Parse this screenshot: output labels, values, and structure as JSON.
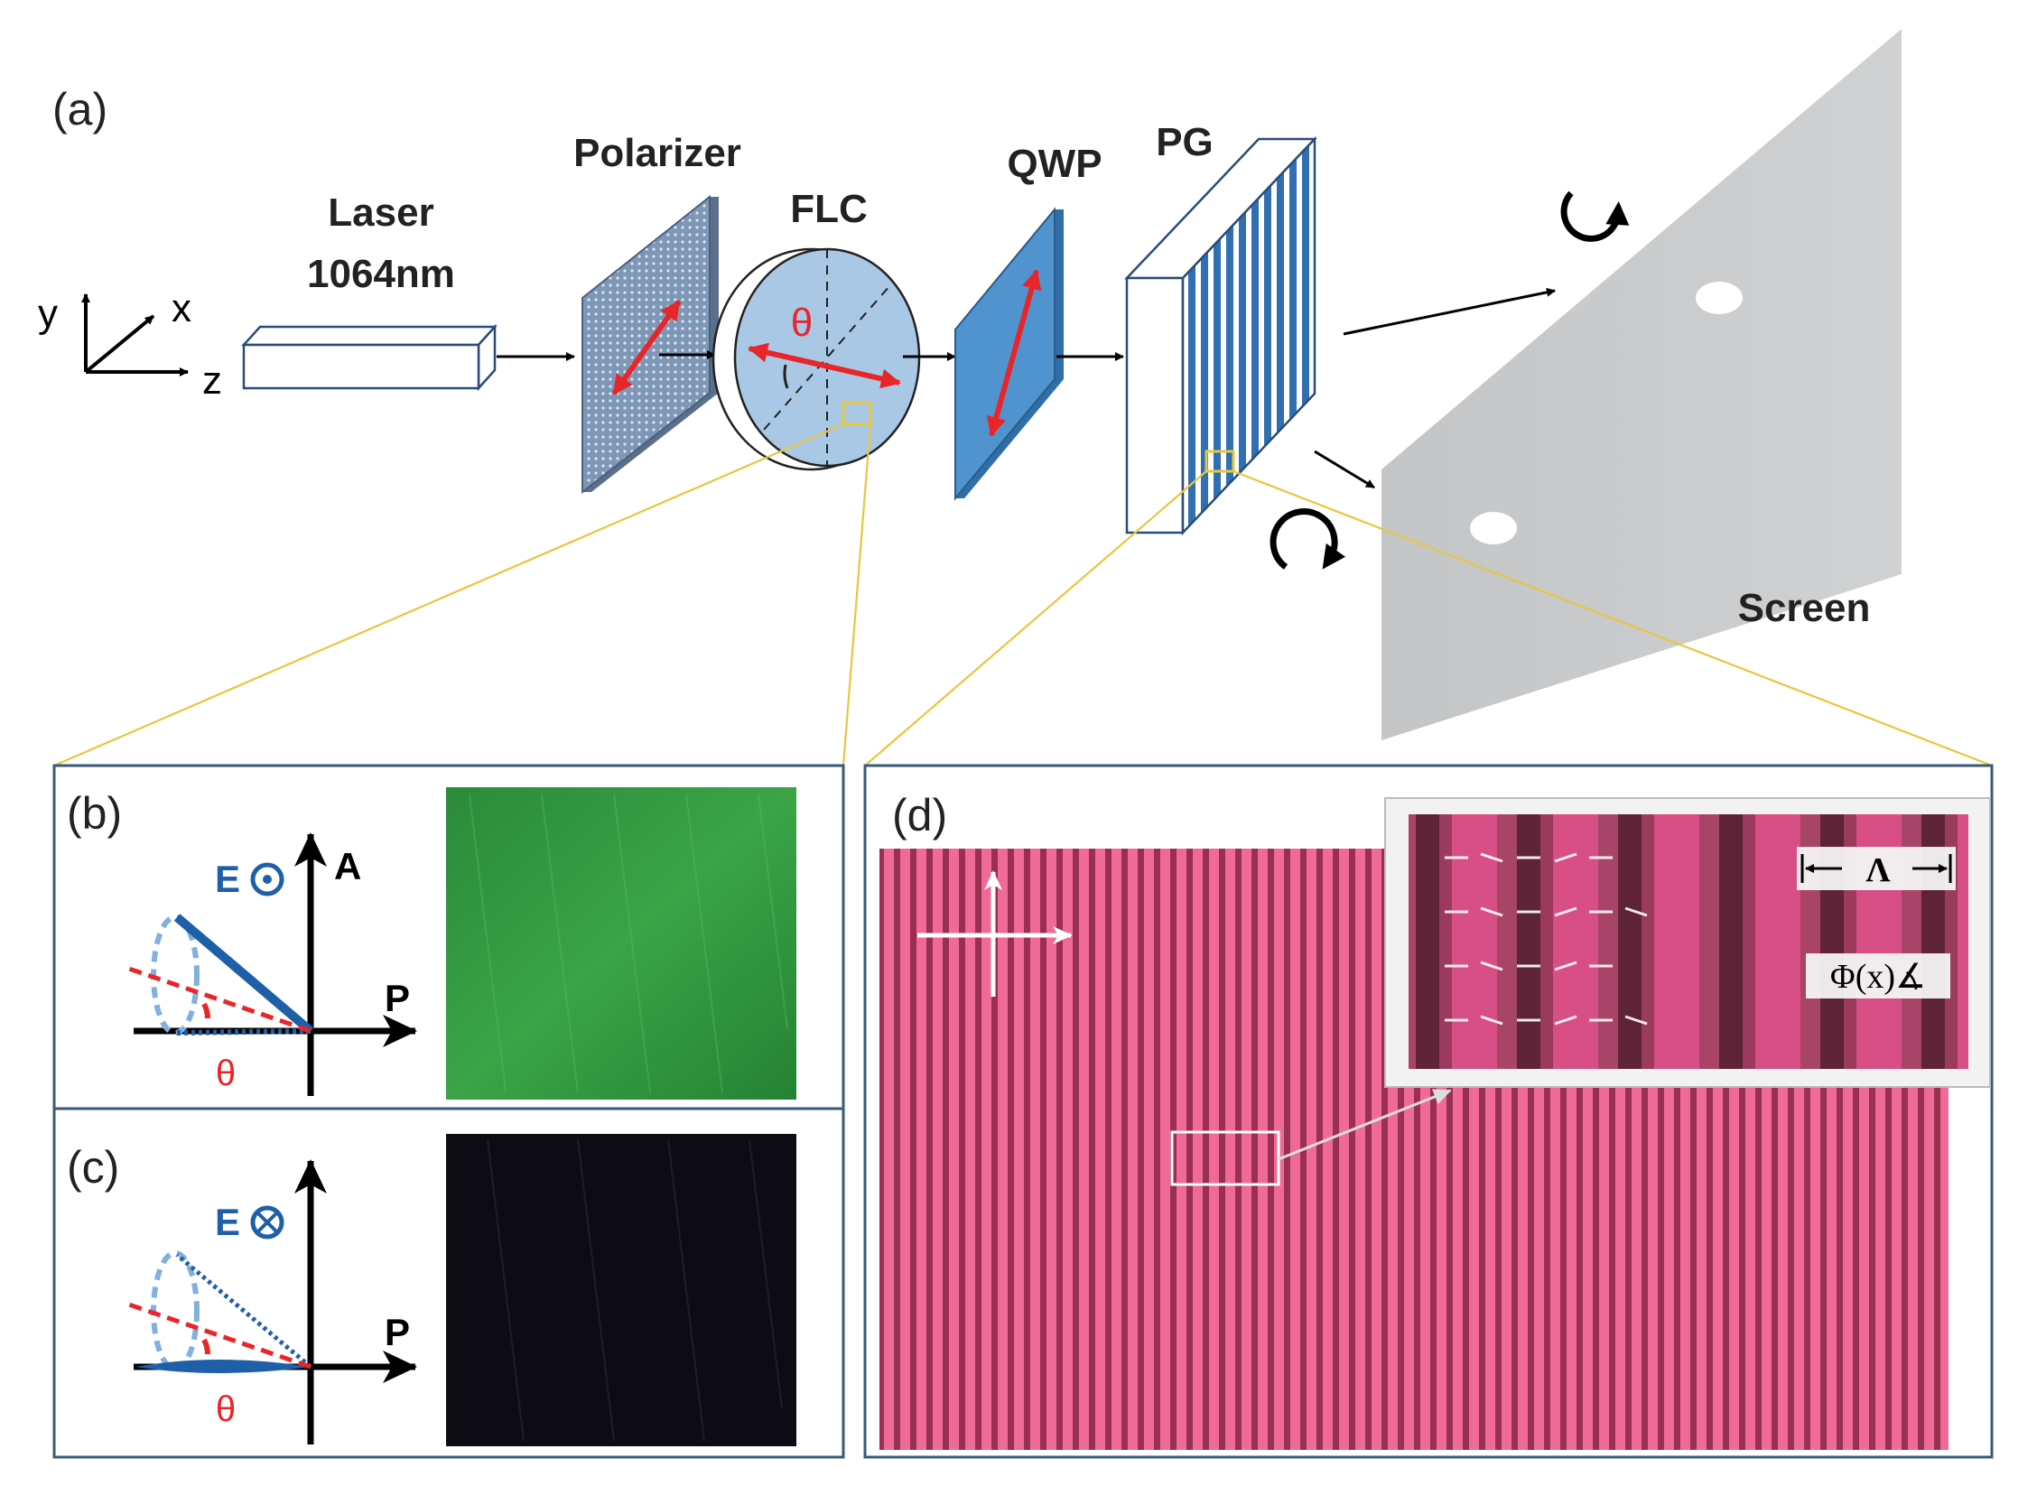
{
  "panels": {
    "a": {
      "label": "(a)",
      "axes": {
        "y": "y",
        "x": "x",
        "z": "z"
      },
      "laser": {
        "name": "Laser",
        "wavelength": "1064nm"
      },
      "polarizer": "Polarizer",
      "flc": {
        "name": "FLC",
        "angle": "θ"
      },
      "qwp": "QWP",
      "pg": "PG",
      "screen": "Screen"
    },
    "b": {
      "label": "(b)",
      "field": "E",
      "axis_a": "A",
      "axis_p": "P",
      "angle": "θ"
    },
    "c": {
      "label": "(c)",
      "field": "E",
      "axis_p": "P",
      "angle": "θ"
    },
    "d": {
      "label": "(d)",
      "inset_period": "Λ",
      "inset_phase": "Φ(x)∡"
    }
  },
  "colors": {
    "arrow_red": "#e8262a",
    "label_blue": "#1f5fa8",
    "highlight_yellow": "#e8c640",
    "panel_border": "#3a5a78",
    "screen_gray": "#c6c8ca",
    "flc_disk": "#a8c8e6",
    "qwp_blue": "#4f94cf",
    "polarizer_blue": "#7d97b7",
    "pg_stripe": "#2f6fb2",
    "green_micrograph": "#2f9a3c",
    "dark_micrograph": "#0d0b14",
    "pink_grating": "#d4507a"
  }
}
